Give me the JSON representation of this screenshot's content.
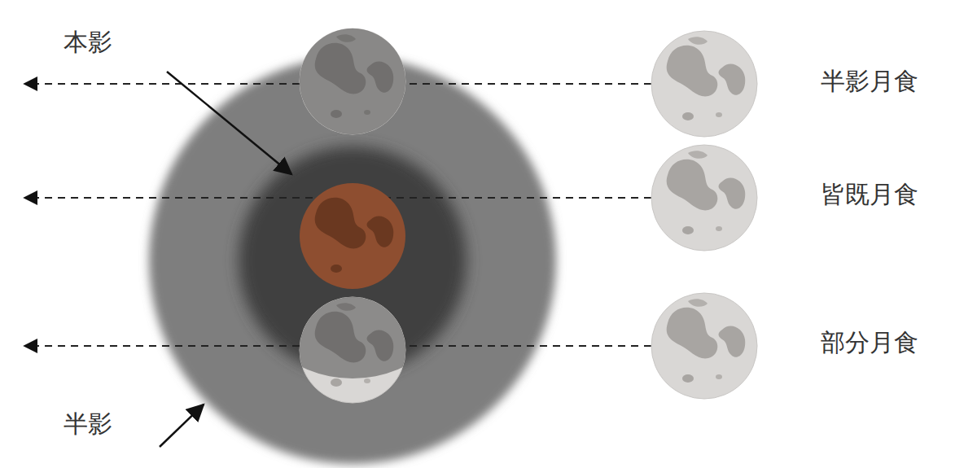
{
  "diagram": {
    "labels": [
      "本影",
      "半影月食",
      "皆既月食",
      "部分月食",
      "半影"
    ]
  }
}
